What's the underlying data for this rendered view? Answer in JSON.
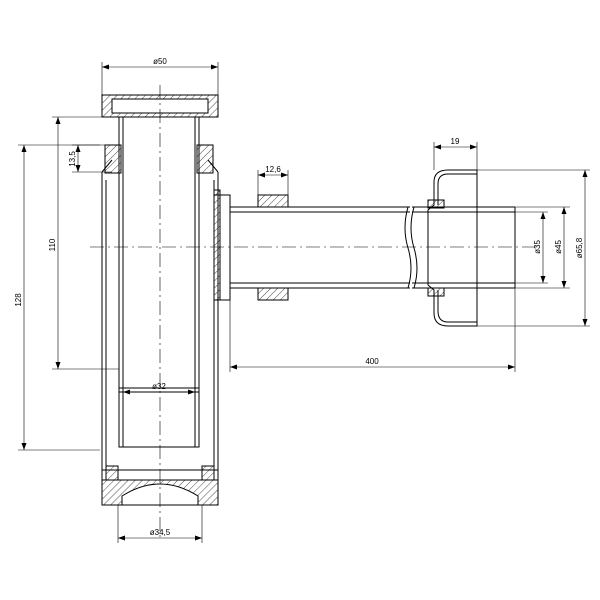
{
  "dimensions": {
    "top_diameter": "ø50",
    "nut_height": "13,5",
    "inner_length": "110",
    "total_height": "128",
    "inner_tube_diameter": "ø32",
    "bottom_diameter": "ø34,5",
    "nut_width": "12,6",
    "flange_width": "19",
    "pipe_diameter": "ø35",
    "outer_diameter": "ø45",
    "rosette_diameter": "ø65,8",
    "pipe_length": "400"
  }
}
